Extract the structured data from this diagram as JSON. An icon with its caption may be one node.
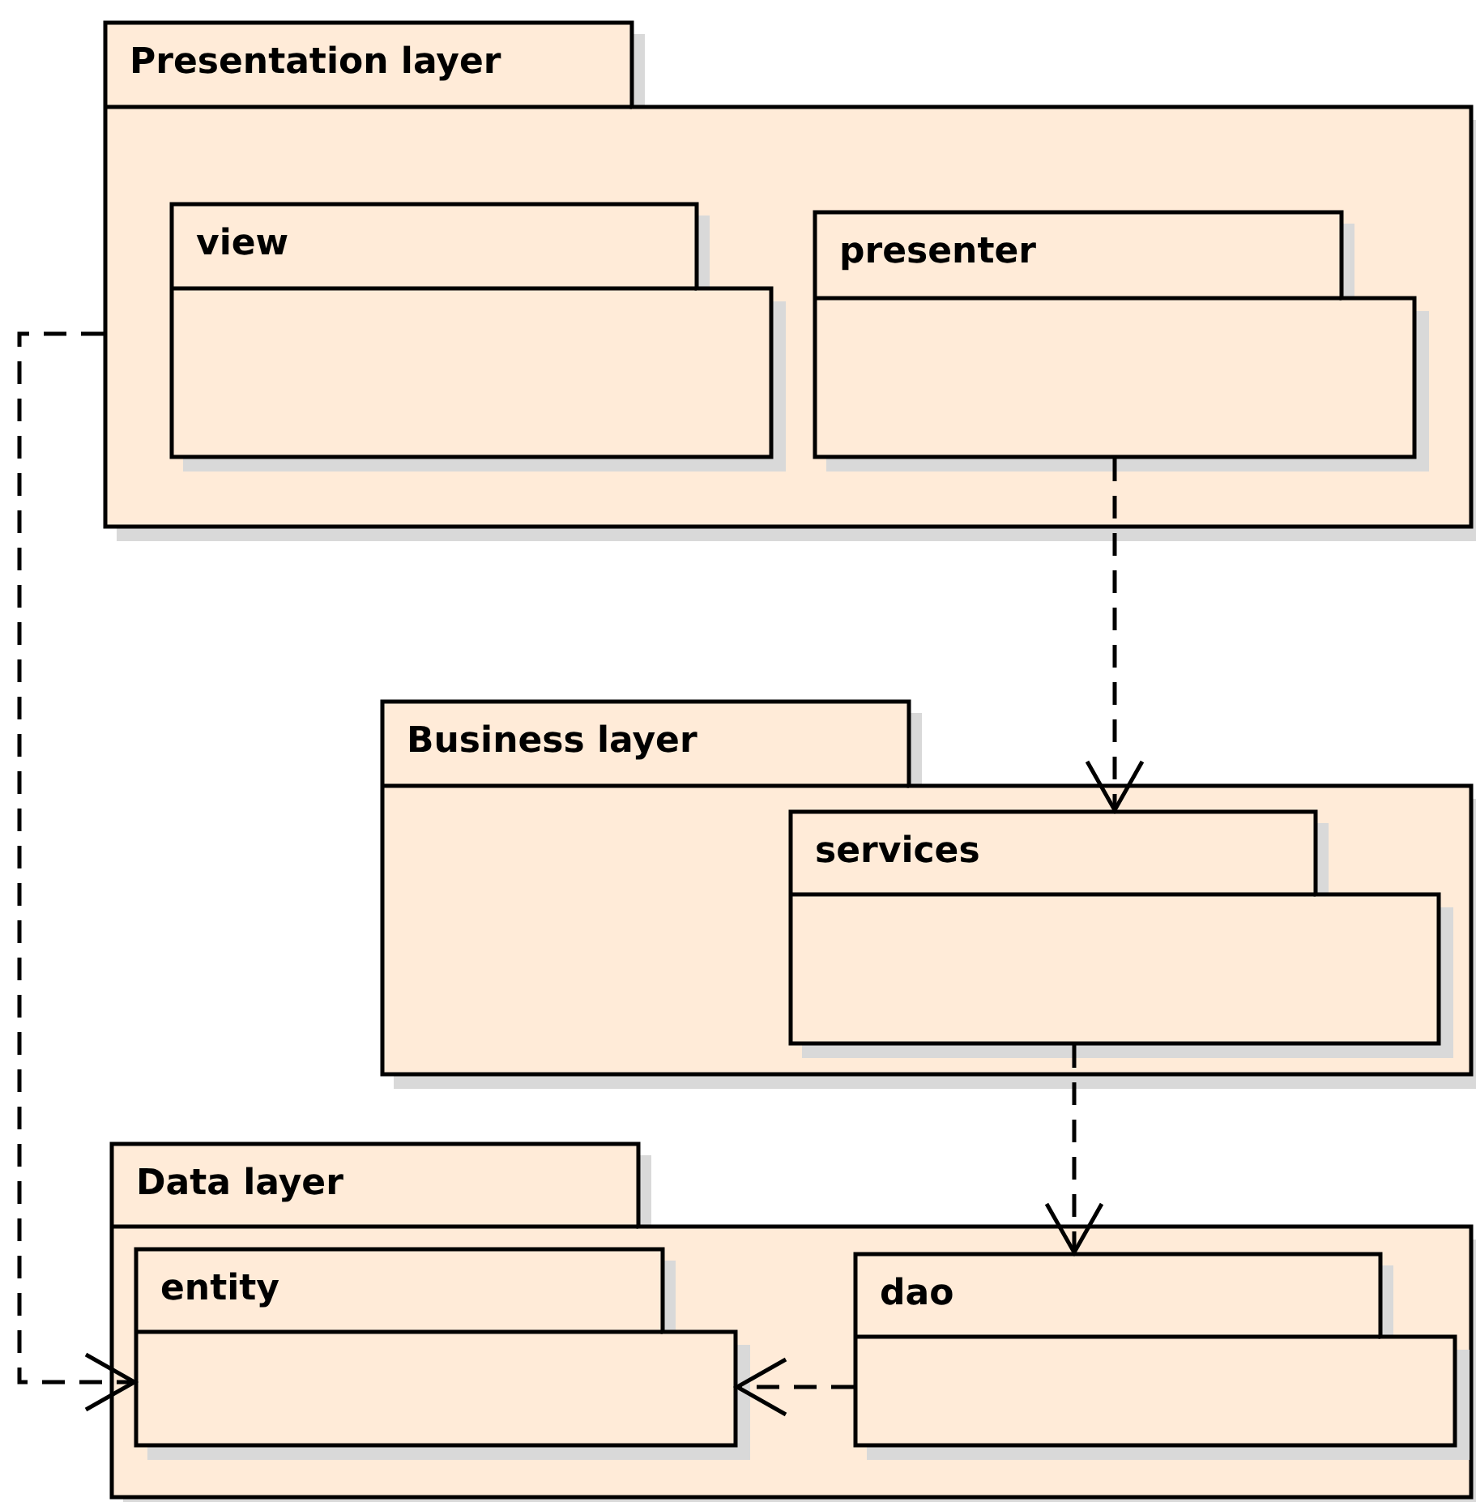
{
  "diagram": {
    "nodes": [
      {
        "text": [
          "Presentation layer"
        ]
      },
      {
        "text": [
          "view"
        ],
        "in": 0
      },
      {
        "text": [
          "presenter"
        ],
        "in": 0
      },
      {
        "text": [
          "Business layer"
        ]
      },
      {
        "text": [
          "services"
        ],
        "in": 3
      },
      {
        "text": [
          "Data layer"
        ]
      },
      {
        "text": [
          "entity"
        ],
        "in": 5
      },
      {
        "text": [
          "dao"
        ],
        "in": 5
      }
    ],
    "edges": [
      {
        "from": 2,
        "to": 4,
        "arrow": "to",
        "style": "dashed"
      },
      {
        "from": 4,
        "to": 7,
        "arrow": "to",
        "style": "dashed"
      },
      {
        "from": 7,
        "to": 6,
        "arrow": "to",
        "style": "dashed"
      },
      {
        "from": 0,
        "to": 6,
        "arrow": "to",
        "style": "dashed"
      }
    ]
  }
}
